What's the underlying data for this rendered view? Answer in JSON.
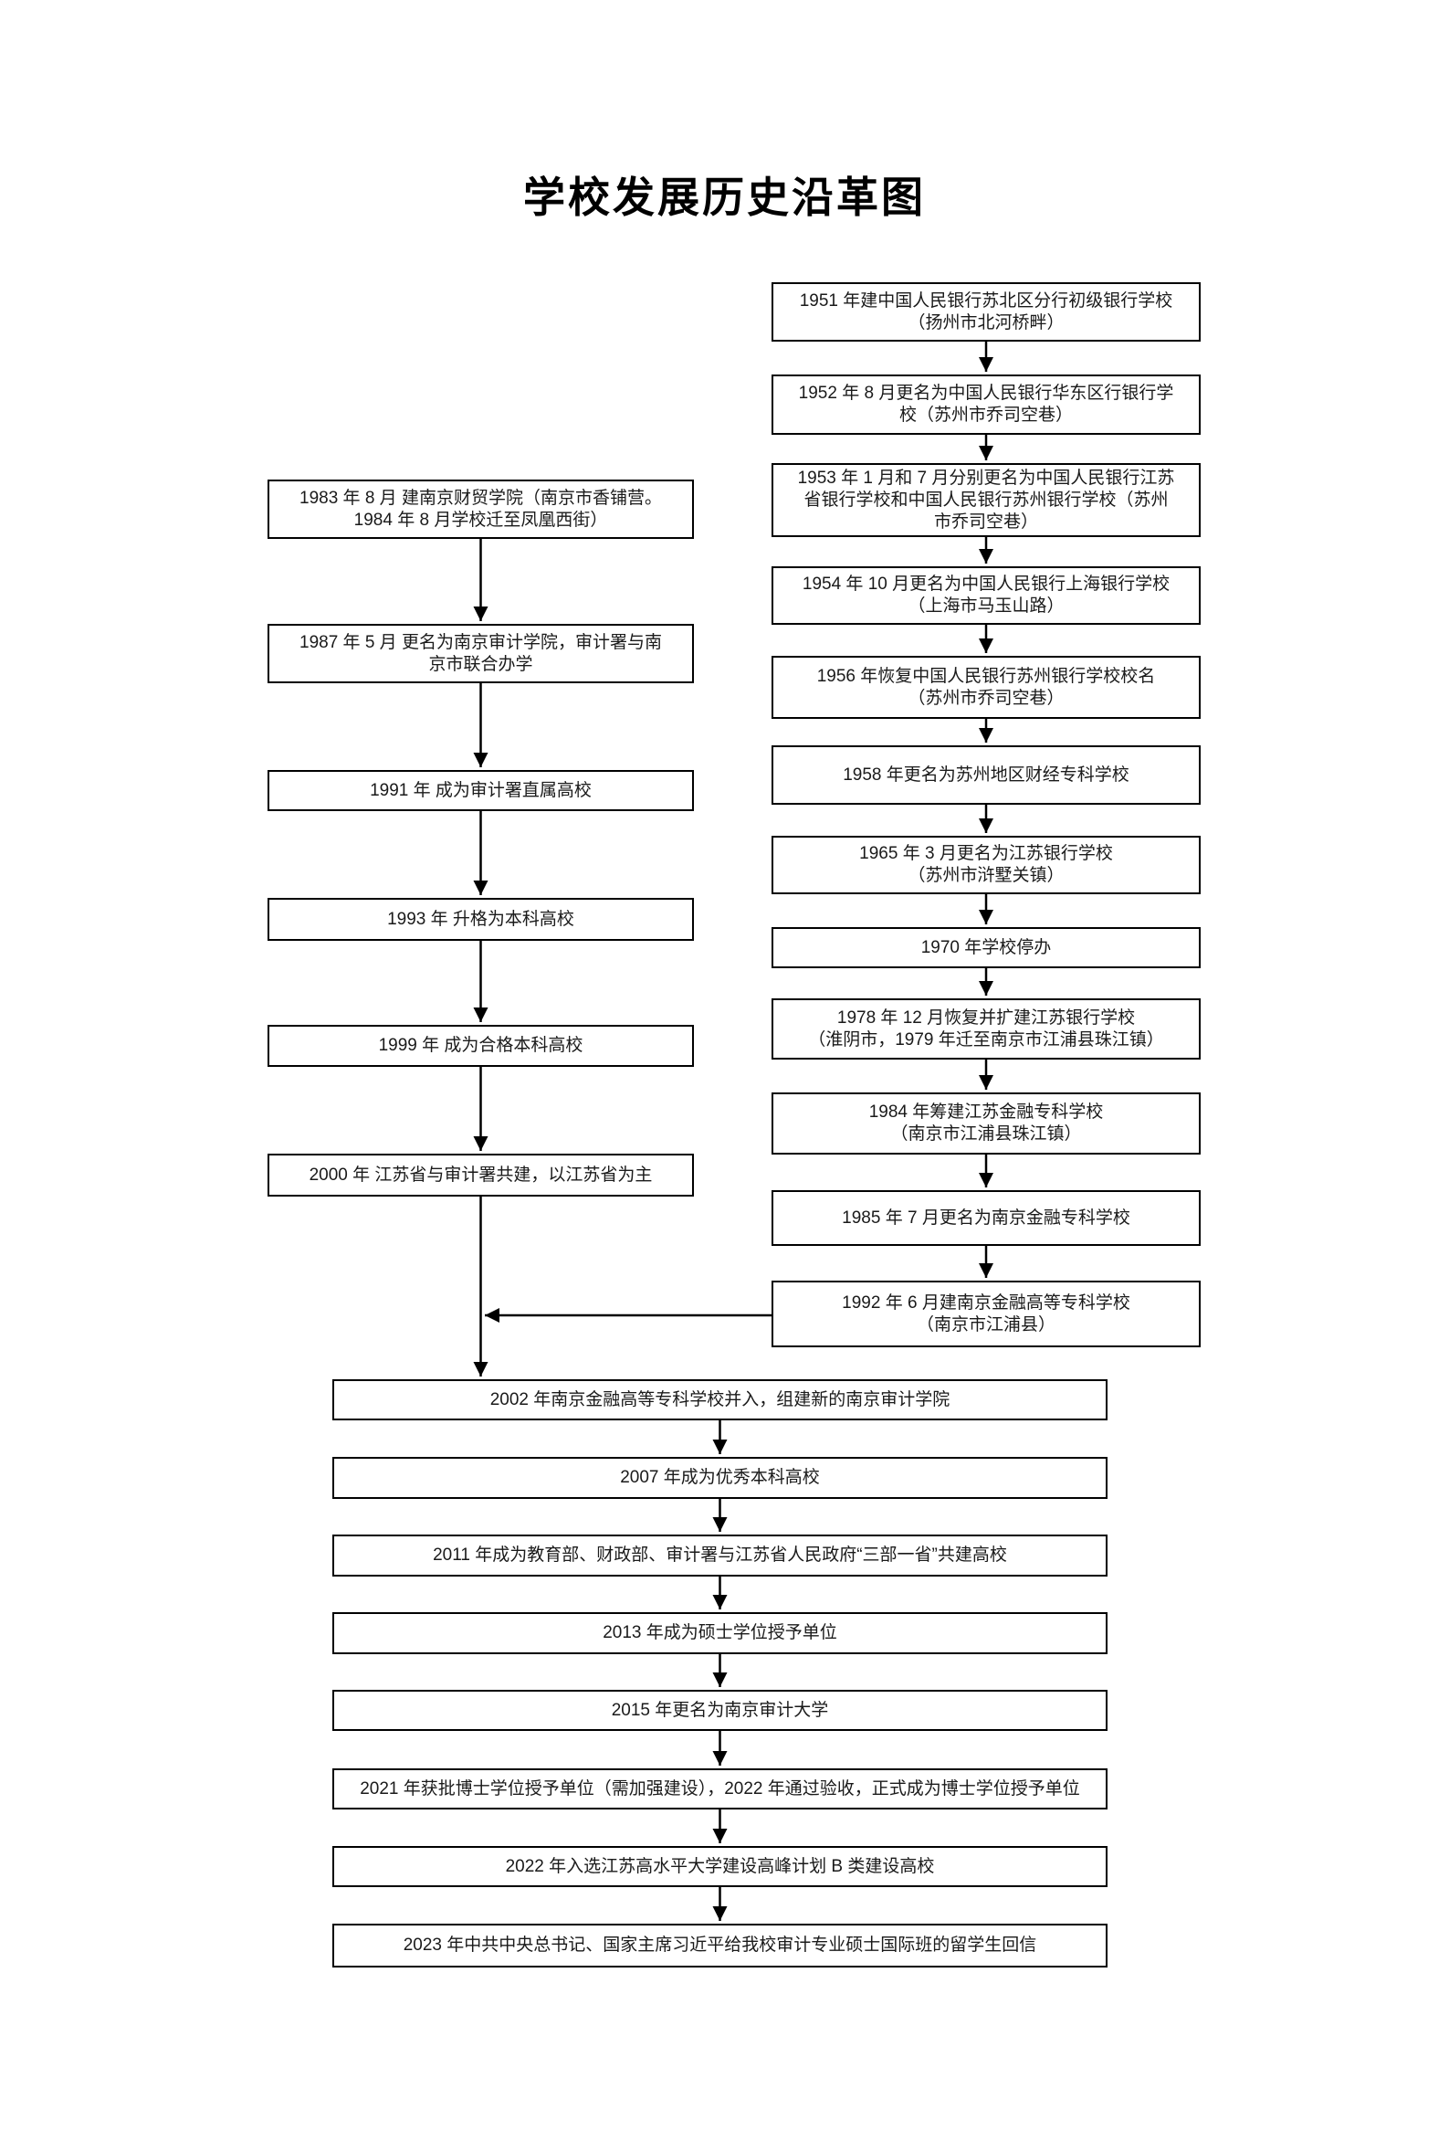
{
  "title": "学校发展历史沿革图",
  "colors": {
    "background": "#ffffff",
    "box_border": "#000000",
    "line": "#000000",
    "text": "#000000"
  },
  "flowchart": {
    "right_branch": [
      {
        "id": "1951",
        "text": "1951 年建中国人民银行苏北区分行初级银行学校\n（扬州市北河桥畔）"
      },
      {
        "id": "1952",
        "text": "1952 年 8 月更名为中国人民银行华东区行银行学\n校（苏州市乔司空巷）"
      },
      {
        "id": "1953",
        "text": "1953 年 1 月和 7 月分别更名为中国人民银行江苏\n省银行学校和中国人民银行苏州银行学校（苏州\n市乔司空巷）"
      },
      {
        "id": "1954",
        "text": "1954 年 10 月更名为中国人民银行上海银行学校\n（上海市马玉山路）"
      },
      {
        "id": "1956",
        "text": "1956 年恢复中国人民银行苏州银行学校校名\n（苏州市乔司空巷）"
      },
      {
        "id": "1958",
        "text": "1958 年更名为苏州地区财经专科学校"
      },
      {
        "id": "1965",
        "text": "1965 年 3 月更名为江苏银行学校\n（苏州市浒墅关镇）"
      },
      {
        "id": "1970",
        "text": "1970 年学校停办"
      },
      {
        "id": "1978",
        "text": "1978 年 12 月恢复并扩建江苏银行学校\n（淮阴市，1979 年迁至南京市江浦县珠江镇）"
      },
      {
        "id": "1984",
        "text": "1984 年筹建江苏金融专科学校\n（南京市江浦县珠江镇）"
      },
      {
        "id": "1985",
        "text": "1985 年 7 月更名为南京金融专科学校"
      },
      {
        "id": "1992",
        "text": "1992 年 6 月建南京金融高等专科学校\n（南京市江浦县）"
      }
    ],
    "left_branch": [
      {
        "id": "1983",
        "text": "1983 年 8 月  建南京财贸学院（南京市香铺营。\n1984 年 8 月学校迁至凤凰西街）"
      },
      {
        "id": "1987",
        "text": "1987 年 5 月  更名为南京审计学院，审计署与南\n京市联合办学"
      },
      {
        "id": "1991",
        "text": "1991 年  成为审计署直属高校"
      },
      {
        "id": "1993",
        "text": "1993 年  升格为本科高校"
      },
      {
        "id": "1999",
        "text": "1999 年  成为合格本科高校"
      },
      {
        "id": "2000",
        "text": "2000 年  江苏省与审计署共建，以江苏省为主"
      }
    ],
    "merged_branch": [
      {
        "id": "2002",
        "text": "2002 年南京金融高等专科学校并入，组建新的南京审计学院"
      },
      {
        "id": "2007",
        "text": "2007 年成为优秀本科高校"
      },
      {
        "id": "2011",
        "text": "2011 年成为教育部、财政部、审计署与江苏省人民政府“三部一省”共建高校"
      },
      {
        "id": "2013",
        "text": "2013 年成为硕士学位授予单位"
      },
      {
        "id": "2015",
        "text": "2015 年更名为南京审计大学"
      },
      {
        "id": "2021",
        "text": "2021 年获批博士学位授予单位（需加强建设），2022 年通过验收，正式成为博士学位授予单位"
      },
      {
        "id": "2022",
        "text": "2022 年入选江苏高水平大学建设高峰计划 B 类建设高校"
      },
      {
        "id": "2023",
        "text": "2023 年中共中央总书记、国家主席习近平给我校审计专业硕士国际班的留学生回信"
      }
    ]
  }
}
